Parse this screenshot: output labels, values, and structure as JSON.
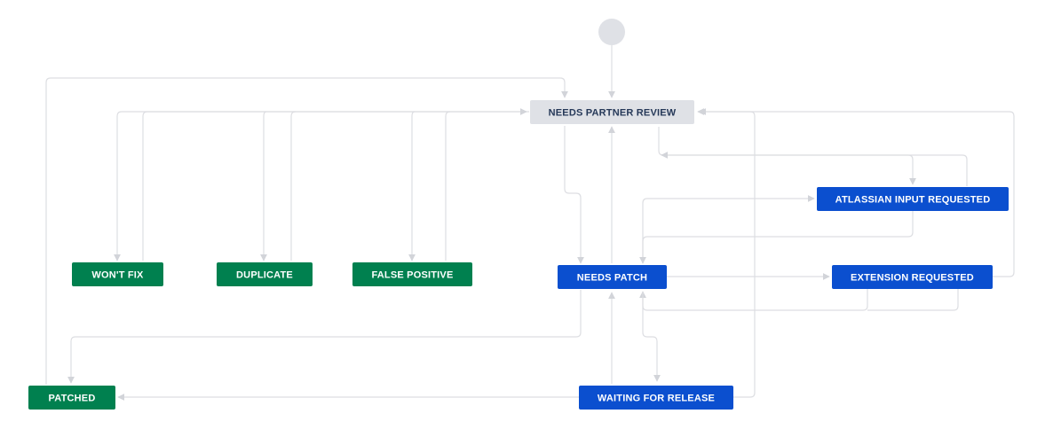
{
  "colors": {
    "done": "#00804f",
    "inprogress": "#0b4fcf",
    "todo": "#dfe1e6",
    "start": "#dfe1e6",
    "connector": "#dddee2",
    "light_text": "#ffffff",
    "dark_text": "#253858"
  },
  "statuses": [
    {
      "id": "needs-partner-review",
      "label": "NEEDS PARTNER REVIEW",
      "category": "todo"
    },
    {
      "id": "wont-fix",
      "label": "WON'T FIX",
      "category": "done"
    },
    {
      "id": "duplicate",
      "label": "DUPLICATE",
      "category": "done"
    },
    {
      "id": "false-positive",
      "label": "FALSE POSITIVE",
      "category": "done"
    },
    {
      "id": "needs-patch",
      "label": "NEEDS PATCH",
      "category": "inprogress"
    },
    {
      "id": "atlassian-input-requested",
      "label": "ATLASSIAN INPUT REQUESTED",
      "category": "inprogress"
    },
    {
      "id": "extension-requested",
      "label": "EXTENSION REQUESTED",
      "category": "inprogress"
    },
    {
      "id": "patched",
      "label": "PATCHED",
      "category": "done"
    },
    {
      "id": "waiting-for-release",
      "label": "WAITING FOR RELEASE",
      "category": "inprogress"
    }
  ]
}
